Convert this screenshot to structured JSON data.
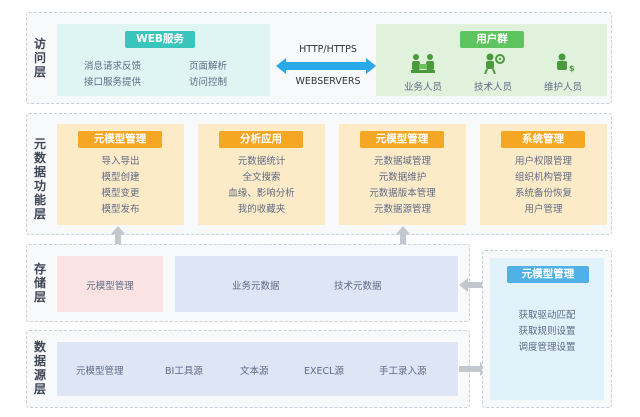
{
  "access_layer": {
    "label": "访问层",
    "web_service": {
      "title": "WEB服务",
      "items": [
        "消息请求反馈",
        "页面解析",
        "接口服务提供",
        "访问控制"
      ]
    },
    "protocol_top": "HTTP/HTTPS",
    "protocol_bottom": "WEBSERVERS",
    "user_group": {
      "title": "用户群",
      "roles": [
        {
          "label": "业务人员",
          "icon": "business-people-icon"
        },
        {
          "label": "技术人员",
          "icon": "technician-icon"
        },
        {
          "label": "维护人员",
          "icon": "maintenance-person-icon"
        }
      ]
    }
  },
  "metamodel_function_layer": {
    "label": "元数据功能层",
    "modules": [
      {
        "title": "元模型管理",
        "items": [
          "导入导出",
          "模型创建",
          "模型变更",
          "模型发布"
        ]
      },
      {
        "title": "分析应用",
        "items": [
          "元数据统计",
          "全文搜索",
          "血缘、影响分析",
          "我的收藏夹"
        ]
      },
      {
        "title": "元模型管理",
        "items": [
          "元数据域管理",
          "元数据维护",
          "元数据版本管理",
          "元数据源管理"
        ]
      },
      {
        "title": "系统管理",
        "items": [
          "用户权限管理",
          "组织机构管理",
          "系统备份恢复",
          "用户管理"
        ]
      }
    ]
  },
  "storage_layer": {
    "label": "存储层",
    "model_store": "元模型管理",
    "business_meta": "业务元数据",
    "tech_meta": "技术元数据"
  },
  "source_layer": {
    "label": "数据源层",
    "sources": [
      "元模型管理",
      "BI工具源",
      "文本源",
      "EXECL源",
      "手工录入源"
    ]
  },
  "side_panel": {
    "title": "元模型管理",
    "items": [
      "获取驱动匹配",
      "获取规则设置",
      "调度管理设置"
    ]
  },
  "colors": {
    "teal": "#39c5bb",
    "green": "#5dc45f",
    "orange": "#f5a623",
    "blue": "#4fb1e6",
    "arrow": "#2aa9e8"
  }
}
